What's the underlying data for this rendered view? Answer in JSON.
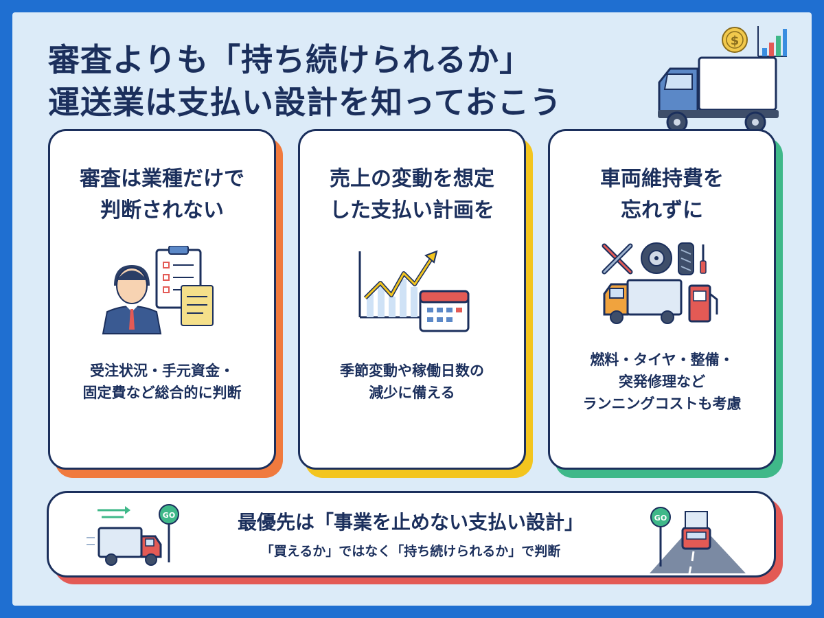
{
  "title": {
    "line1": "審査よりも「持ち続けられるか」",
    "line2": "運送業は支払い設計を知っておこう"
  },
  "cards": [
    {
      "head_line1": "審査は業種だけで",
      "head_line2": "判断されない",
      "body_lines": [
        "受注状況・手元資金・",
        "固定費など総合的に判断"
      ],
      "accent": "#f07a3e"
    },
    {
      "head_line1": "売上の変動を想定",
      "head_line2": "した支払い計画を",
      "body_lines": [
        "季節変動や稼働日数の",
        "減少に備える"
      ],
      "accent": "#f3c51f"
    },
    {
      "head_line1": "車両維持費を",
      "head_line2": "忘れずに",
      "body_lines": [
        "燃料・タイヤ・整備・",
        "突発修理など",
        "ランニングコストも考慮"
      ],
      "accent": "#3fb889"
    }
  ],
  "banner": {
    "main": "最優先は「事業を止めない支払い設計」",
    "sub": "「買えるか」ではなく「持ち続けられるか」で判断",
    "sign_left": "GO",
    "sign_right": "GO"
  },
  "icons": {
    "coin_symbol": "$"
  },
  "colors": {
    "frame": "#1f6fd1",
    "background": "#dcebf8",
    "navy": "#1b2f5c",
    "banner_accent": "#e35a55"
  }
}
